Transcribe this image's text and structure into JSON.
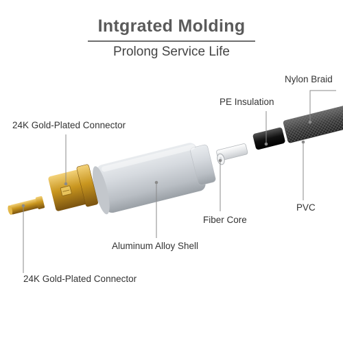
{
  "header": {
    "title": "Intgrated Molding",
    "subtitle": "Prolong Service Life"
  },
  "labels": {
    "nylon_braid": "Nylon Braid",
    "pe_insulation": "PE Insulation",
    "connector_top": "24K Gold-Plated Connector",
    "pvc": "PVC",
    "fiber_core": "Fiber Core",
    "aluminum_shell": "Aluminum Alloy Shell",
    "connector_bottom": "24K Gold-Plated Connector"
  },
  "colors": {
    "gold": "#c9961f",
    "aluminum": "#cfd3d8",
    "braid": "#3a3a3a",
    "leader_lines": "#8a8a8a"
  }
}
